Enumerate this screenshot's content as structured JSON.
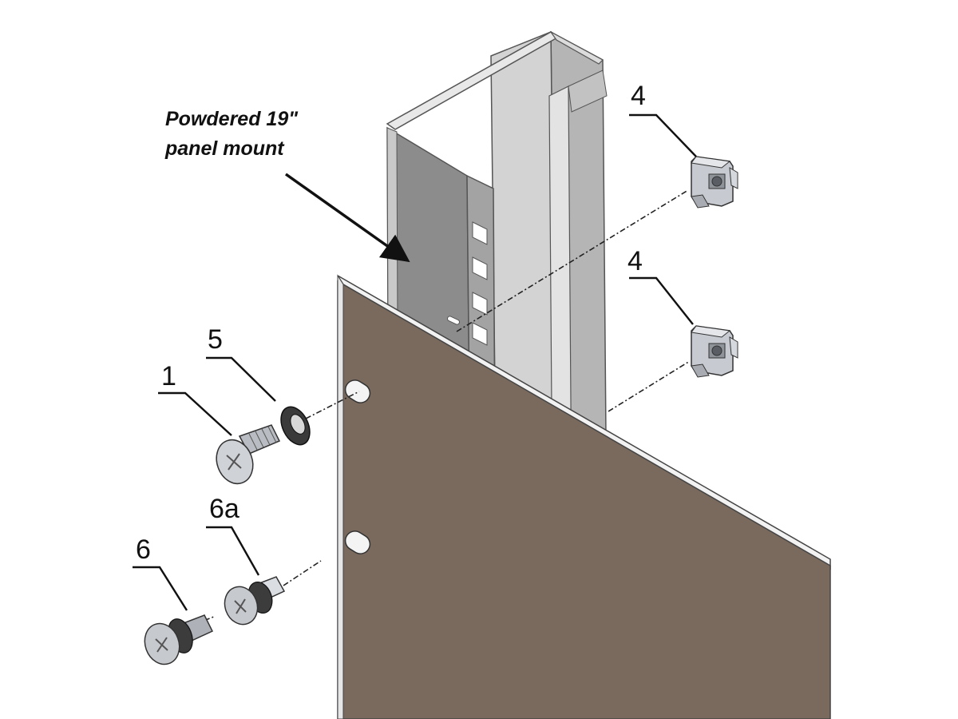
{
  "callout": {
    "line1": "Powdered 19\"",
    "line2": "panel mount"
  },
  "part_labels": {
    "cage_nut_top": "4",
    "cage_nut_bottom": "4",
    "washer": "5",
    "screw": "1",
    "screw_6a": "6a",
    "screw_6": "6"
  },
  "colors": {
    "panel": "#7a6a5e",
    "rail_light": "#c9c9c9",
    "rail_mid": "#a8a8a8",
    "rail_dark": "#8a8a8a",
    "hardware": "#b9bcc2"
  },
  "icons": [
    "cage-nut-icon",
    "washer-icon",
    "screw-icon"
  ]
}
